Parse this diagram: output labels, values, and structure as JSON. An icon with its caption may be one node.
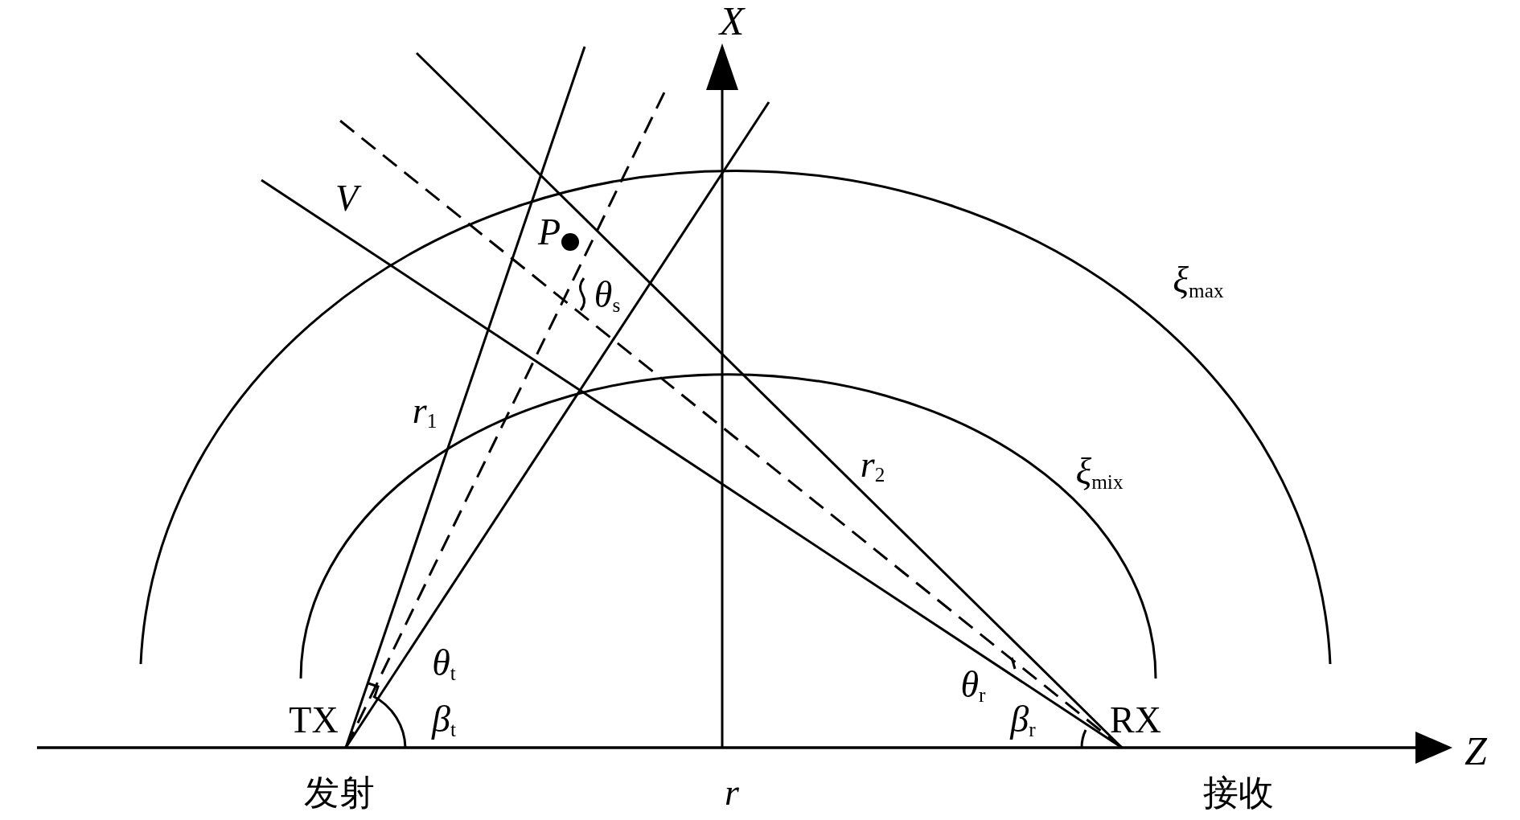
{
  "diagram": {
    "labels": [
      "X",
      "V",
      "P",
      "θ$_{s}$",
      "ξ$_{max}$",
      "r$_{1}$",
      "r$_{2}$",
      "ξ$_{mix}$",
      "θ$_{t}$",
      "θ$_{r}$",
      "TX",
      "β$_{t}$",
      "β$_{r}$",
      "RX",
      "Z",
      "发射",
      "r",
      "接收"
    ]
  }
}
